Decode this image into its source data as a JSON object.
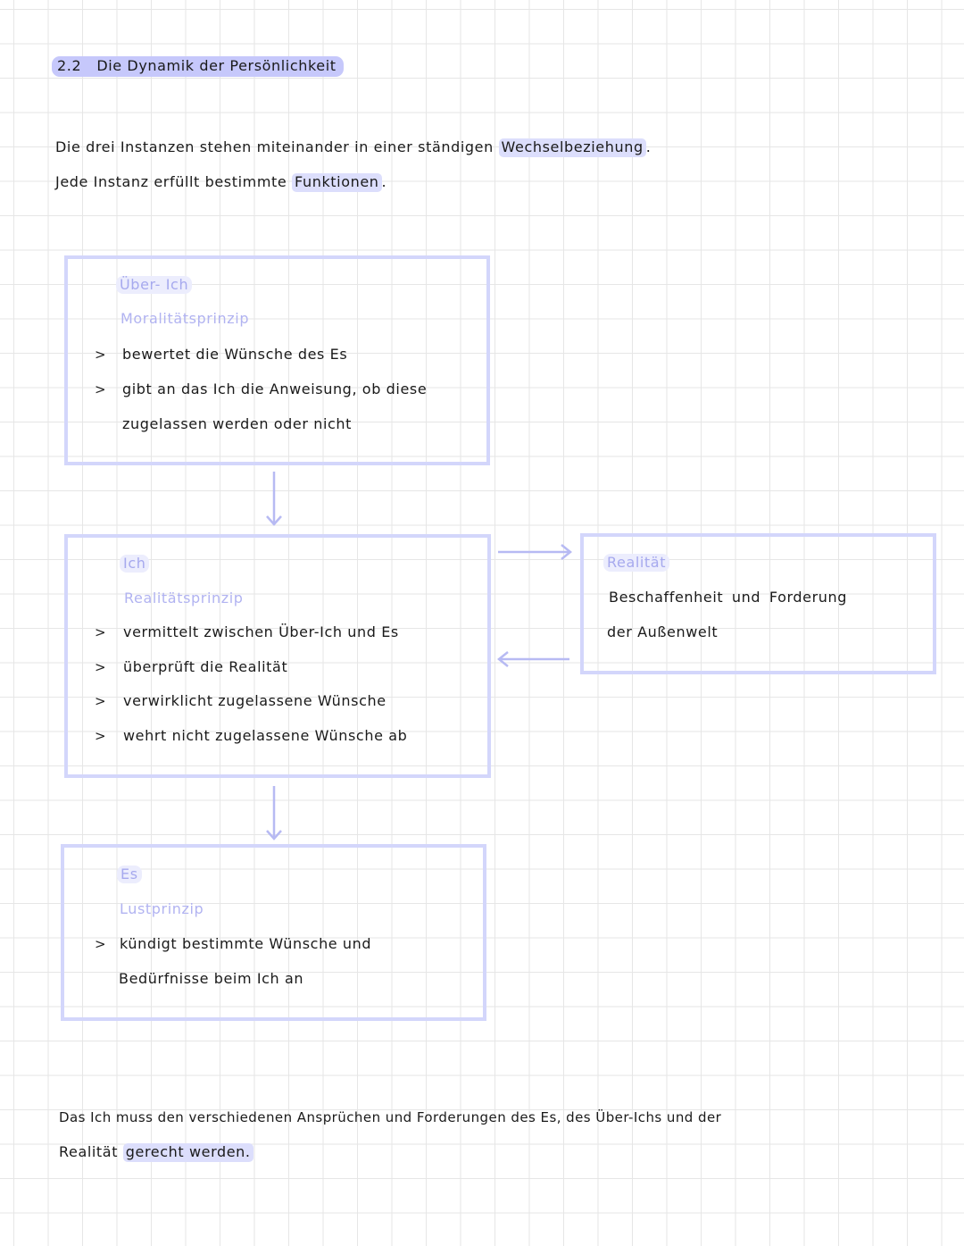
{
  "title": {
    "number": "2.2",
    "text": "Die Dynamik der Persönlichkeit"
  },
  "intro": {
    "line1_before": "Die drei Instanzen stehen miteinander in einer ständigen",
    "line1_highlight": "Wechselbeziehung",
    "line1_after": ".",
    "line2_before": "Jede Instanz erfüllt bestimmte",
    "line2_highlight": "Funktionen",
    "line2_after": "."
  },
  "ueberich": {
    "label": "Über- Ich",
    "principle": "Moralitätsprinzip",
    "bullet_symbol": ">",
    "bullets": [
      "bewertet die Wünsche des Es",
      "gibt an das Ich die Anweisung, ob diese",
      "zugelassen werden oder nicht"
    ]
  },
  "ich": {
    "label": "Ich",
    "principle": "Realitätsprinzip",
    "bullets": [
      "vermittelt zwischen Über-Ich und Es",
      "überprüft die Realität",
      "verwirklicht zugelassene Wünsche",
      "wehrt nicht zugelassene Wünsche ab"
    ]
  },
  "realitaet": {
    "label": "Realität",
    "lines": [
      "Beschaffenheit und Forderung",
      "der Außenwelt"
    ]
  },
  "es": {
    "label": "Es",
    "principle": "Lustprinzip",
    "bullets": [
      "kündigt bestimmte Wünsche und",
      "Bedürfnisse beim Ich an"
    ]
  },
  "conclusion": {
    "line1": "Das Ich muss den verschiedenen Ansprüchen und Forderungen des Es, des Über-Ichs und der",
    "line2_before": "Realität",
    "line2_highlight": "gerecht werden."
  },
  "colors": {
    "box_border": "#d3d6fb",
    "highlight": "#c6c8fb",
    "label_text": "#a6a9ee",
    "arrow": "#b7baf3"
  }
}
